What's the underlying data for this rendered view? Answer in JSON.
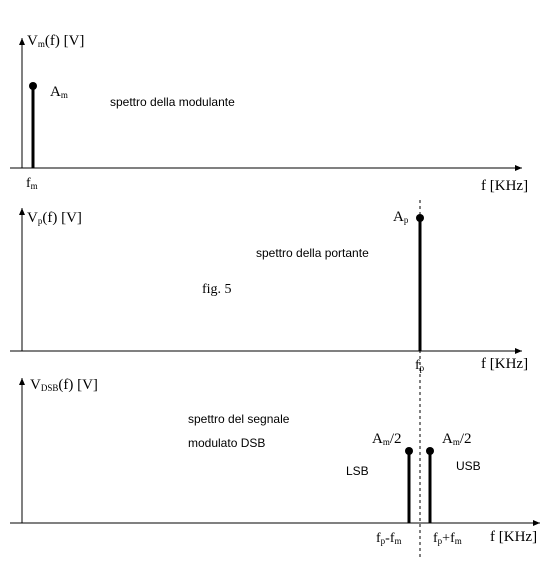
{
  "panels": [
    {
      "id": "modulating",
      "ylabel_main": "V",
      "ylabel_sub": "m",
      "ylabel_rest": "(f) [V]",
      "xlabel": "f [KHz]",
      "caption": "spettro della modulante",
      "lines": [
        {
          "id": "m",
          "amp_main": "A",
          "amp_sub": "m",
          "amp_rest": "",
          "tick_main": "f",
          "tick_sub": "m",
          "tick_rest": ""
        }
      ]
    },
    {
      "id": "carrier",
      "ylabel_main": "V",
      "ylabel_sub": "p",
      "ylabel_rest": "(f) [V]",
      "xlabel": "f [KHz]",
      "caption": "spettro della portante",
      "figure_label": "fig. 5",
      "lines": [
        {
          "id": "p",
          "amp_main": "A",
          "amp_sub": "p",
          "amp_rest": "",
          "tick_main": "f",
          "tick_sub": "p",
          "tick_rest": ""
        }
      ]
    },
    {
      "id": "dsb",
      "ylabel_main": "V",
      "ylabel_sub": "DSB",
      "ylabel_rest": "(f) [V]",
      "xlabel": "f [KHz]",
      "caption_line1": "spettro del segnale",
      "caption_line2": "modulato DSB",
      "lines": [
        {
          "id": "lsb",
          "amp_main": "A",
          "amp_sub": "m",
          "amp_rest": "/2",
          "band": "LSB",
          "tick_main": "f",
          "tick_sub": "p",
          "tick_rest": "-f",
          "tick_sub2": "m"
        },
        {
          "id": "usb",
          "amp_main": "A",
          "amp_sub": "m",
          "amp_rest": "/2",
          "band": "USB",
          "tick_main": "f",
          "tick_sub": "p",
          "tick_rest": "+f",
          "tick_sub2": "m"
        }
      ]
    }
  ]
}
